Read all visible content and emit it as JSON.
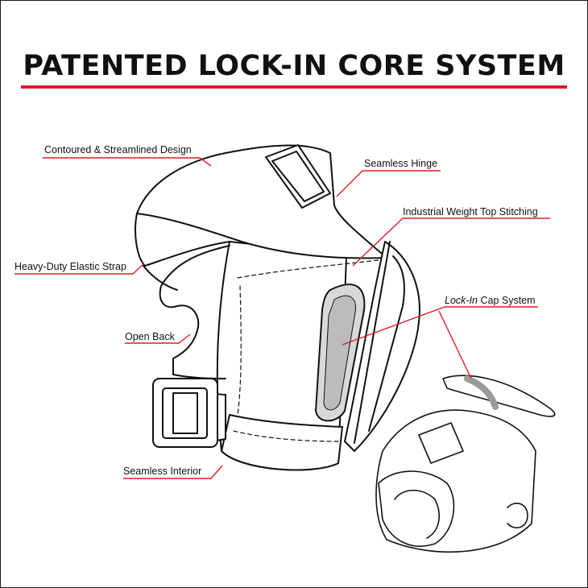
{
  "title": "PATENTED LOCK-IN CORE SYSTEM",
  "colors": {
    "accent": "#e01b24",
    "ink": "#111111",
    "background": "#ffffff"
  },
  "callouts": {
    "contoured": "Contoured & Streamlined Design",
    "hinge": "Seamless Hinge",
    "stitching": "Industrial Weight Top Stitching",
    "strap": "Heavy-Duty Elastic Strap",
    "cap_italic": "Lock-In",
    "cap_rest": " Cap System",
    "open_back": "Open Back",
    "interior": "Seamless Interior"
  }
}
